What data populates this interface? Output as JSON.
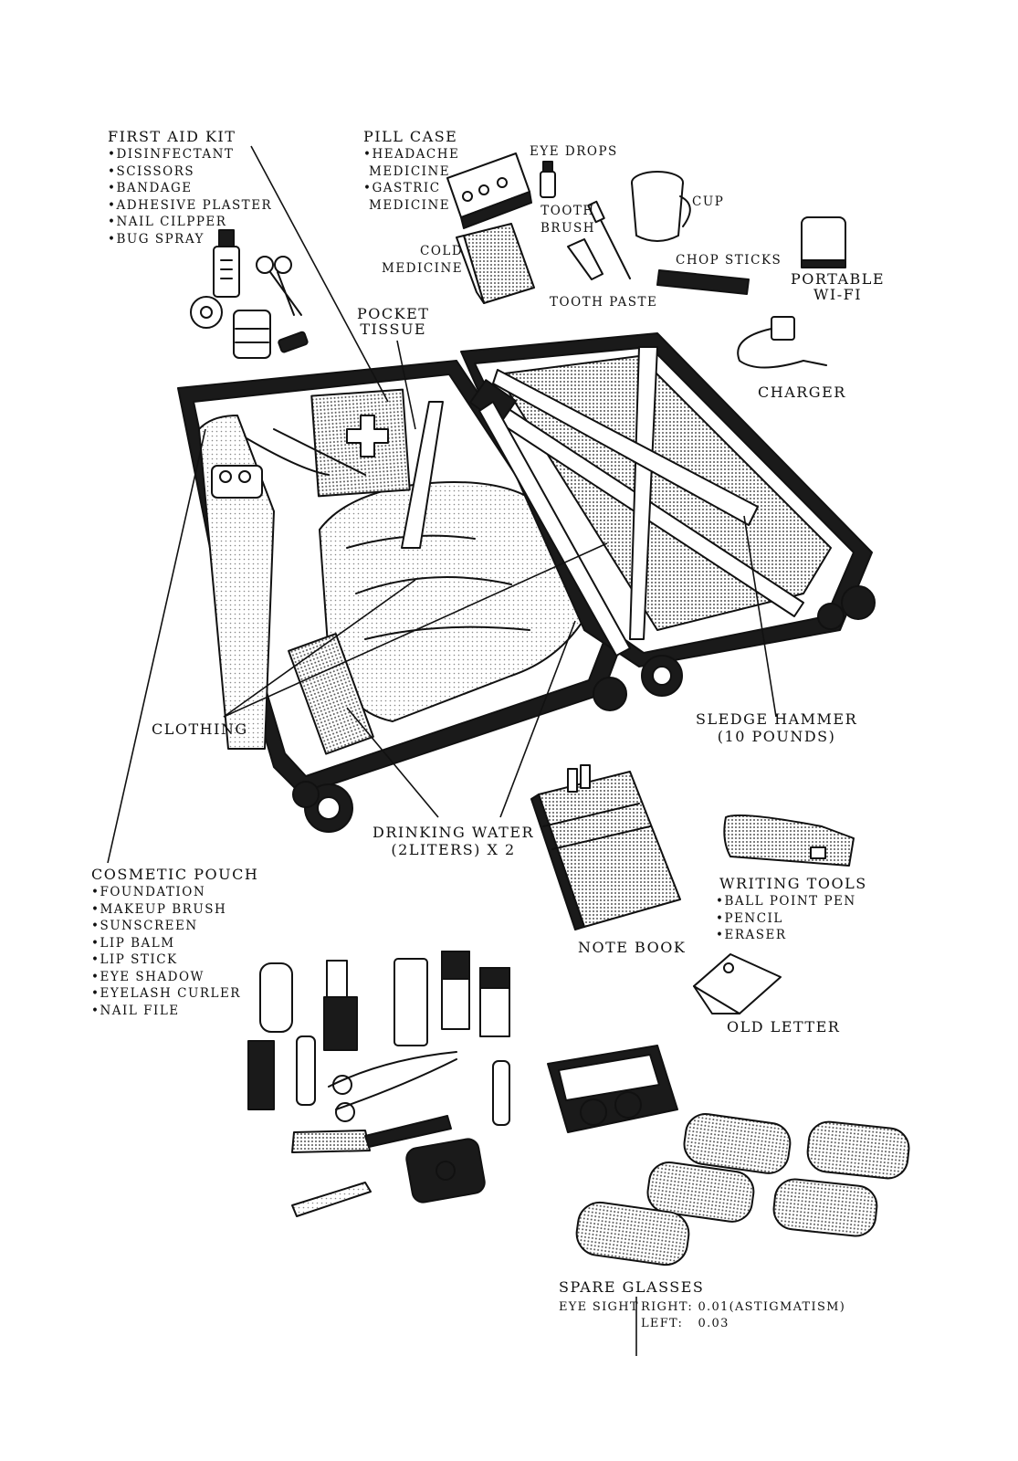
{
  "colors": {
    "ink": "#111111",
    "paper": "#ffffff",
    "screentone": "#8a8a8a"
  },
  "first_aid_kit": {
    "title": "FIRST AID KIT",
    "items": [
      "•DISINFECTANT",
      "•SCISSORS",
      "•BANDAGE",
      "•ADHESIVE PLASTER",
      "•NAIL CILPPER",
      "•BUG SPRAY"
    ]
  },
  "pill_case": {
    "title": "PILL CASE",
    "items": [
      "•HEADACHE",
      "MEDICINE",
      "•GASTRIC",
      "MEDICINE"
    ]
  },
  "eye_drops": "EYE DROPS",
  "cup": "CUP",
  "tooth_brush": [
    "TOOTH",
    "BRUSH"
  ],
  "cold_medicine": [
    "COLD",
    "MEDICINE"
  ],
  "chop_sticks": "CHOP STICKS",
  "portable_wifi": [
    "PORTABLE",
    "WI-FI"
  ],
  "tooth_paste": "TOOTH PASTE",
  "pocket_tissue": [
    "POCKET",
    "TISSUE"
  ],
  "charger": "CHARGER",
  "clothing": "CLOTHING",
  "sledge_hammer": [
    "SLEDGE HAMMER",
    "(10 POUNDS)"
  ],
  "drinking_water": [
    "DRINKING WATER",
    "(2LITERS) X 2"
  ],
  "cosmetic_pouch": {
    "title": "COSMETIC POUCH",
    "items": [
      "•FOUNDATION",
      "•MAKEUP BRUSH",
      "•SUNSCREEN",
      "•LIP BALM",
      "•LIP STICK",
      "•EYE SHADOW",
      "•EYELASH CURLER",
      "•NAIL FILE"
    ]
  },
  "writing_tools": {
    "title": "WRITING TOOLS",
    "items": [
      "•BALL POINT PEN",
      "•PENCIL",
      "•ERASER"
    ]
  },
  "note_book": "NOTE BOOK",
  "old_letter": "OLD LETTER",
  "spare_glasses": {
    "title": "SPARE GLASSES",
    "eye_sight_label": "EYE SIGHT",
    "right": "RIGHT: 0.01(ASTIGMATISM)",
    "left": "LEFT:   0.03"
  },
  "icons": {
    "suitcase": "open-suitcase-illustration",
    "first_aid": "first-aid-items-illustration",
    "cosmetics": "cosmetics-illustration",
    "glasses": "glasses-cases-illustration"
  }
}
